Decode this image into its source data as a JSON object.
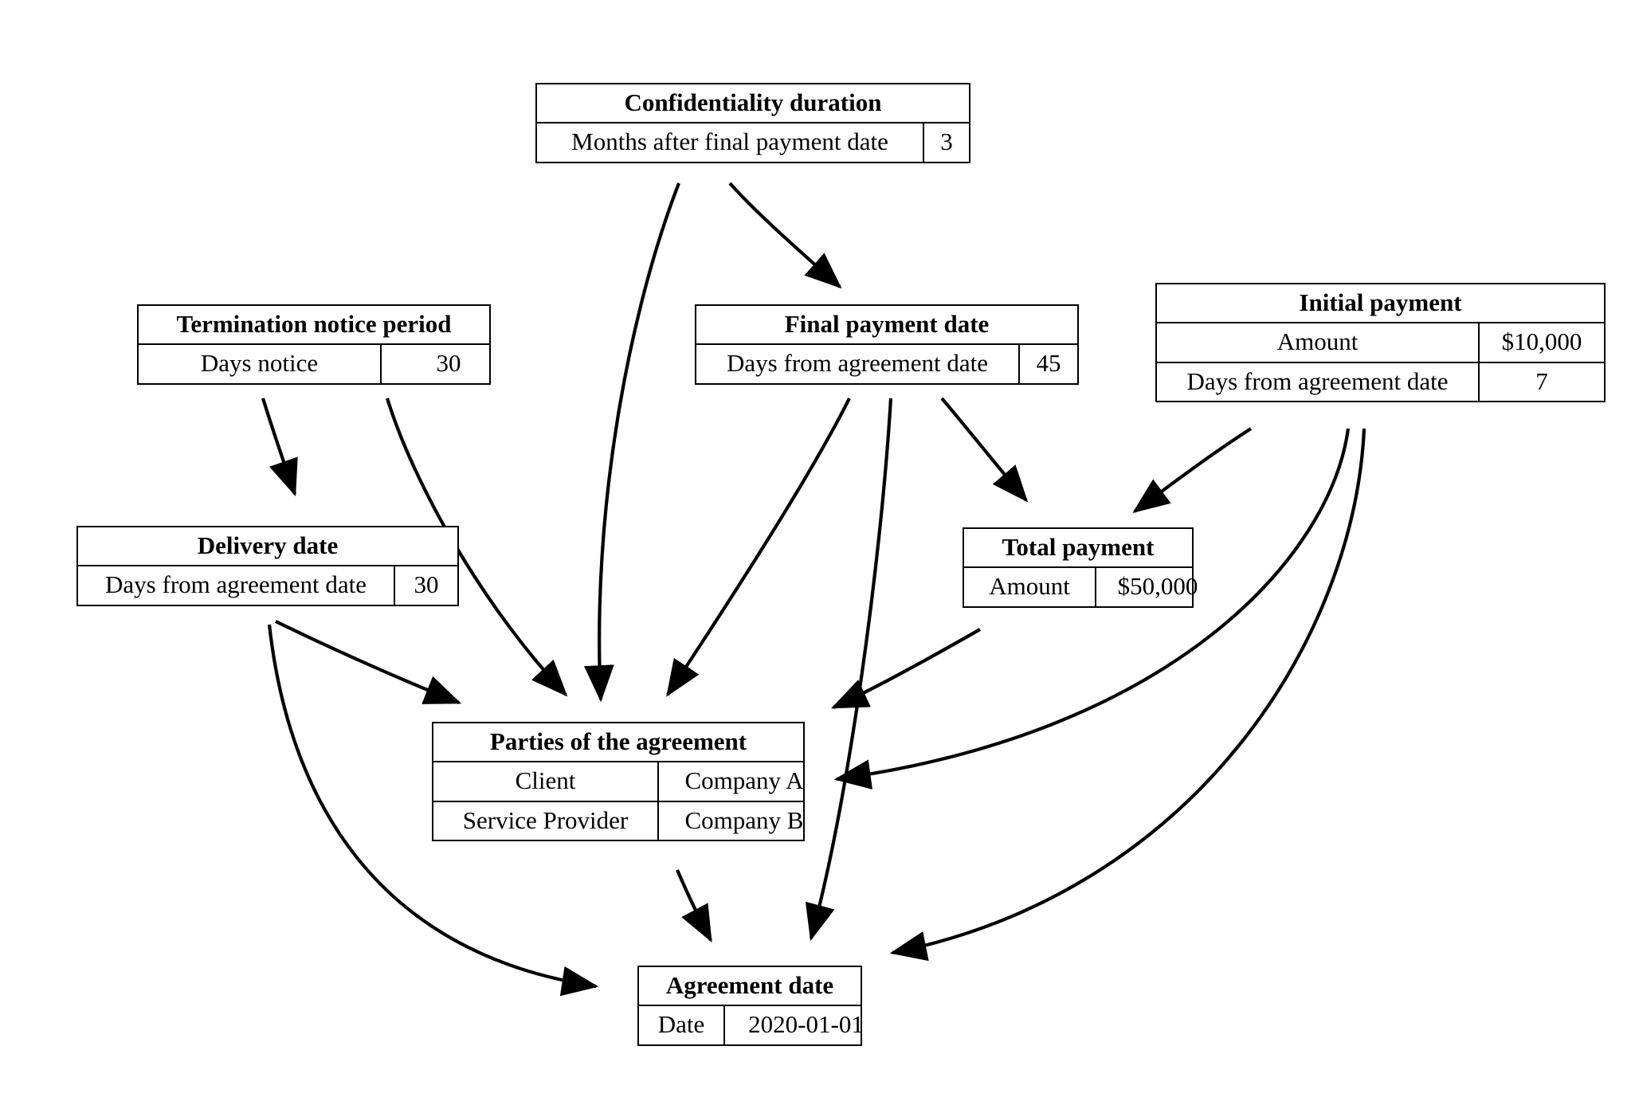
{
  "diagram": {
    "title": "Agreement parameter dependency graph",
    "background_color": "#ffffff",
    "line_color": "#000000",
    "text_color": "#000000"
  },
  "nodes": {
    "confidentiality_duration": {
      "title": "Confidentiality duration",
      "rows": [
        {
          "key": "Months after final payment date",
          "value": "3"
        }
      ]
    },
    "termination_notice_period": {
      "title": "Termination notice period",
      "rows": [
        {
          "key": "Days notice",
          "value": "30"
        }
      ]
    },
    "final_payment_date": {
      "title": "Final payment date",
      "rows": [
        {
          "key": "Days from agreement date",
          "value": "45"
        }
      ]
    },
    "initial_payment": {
      "title": "Initial payment",
      "rows": [
        {
          "key": "Amount",
          "value": "$10,000"
        },
        {
          "key": "Days from agreement date",
          "value": "7"
        }
      ]
    },
    "delivery_date": {
      "title": "Delivery date",
      "rows": [
        {
          "key": "Days from agreement date",
          "value": "30"
        }
      ]
    },
    "total_payment": {
      "title": "Total payment",
      "rows": [
        {
          "key": "Amount",
          "value": "$50,000"
        }
      ]
    },
    "parties_of_the_agreement": {
      "title": "Parties of the agreement",
      "rows": [
        {
          "key": "Client",
          "value": "Company A"
        },
        {
          "key": "Service Provider",
          "value": "Company B"
        }
      ]
    },
    "agreement_date": {
      "title": "Agreement date",
      "rows": [
        {
          "key": "Date",
          "value": "2020-01-01"
        }
      ]
    }
  },
  "edges": [
    {
      "from": "confidentiality_duration",
      "to": "final_payment_date"
    },
    {
      "from": "confidentiality_duration",
      "to": "parties_of_the_agreement"
    },
    {
      "from": "termination_notice_period",
      "to": "delivery_date"
    },
    {
      "from": "termination_notice_period",
      "to": "parties_of_the_agreement"
    },
    {
      "from": "final_payment_date",
      "to": "parties_of_the_agreement"
    },
    {
      "from": "final_payment_date",
      "to": "total_payment"
    },
    {
      "from": "final_payment_date",
      "to": "agreement_date"
    },
    {
      "from": "initial_payment",
      "to": "total_payment"
    },
    {
      "from": "initial_payment",
      "to": "parties_of_the_agreement"
    },
    {
      "from": "initial_payment",
      "to": "agreement_date"
    },
    {
      "from": "delivery_date",
      "to": "parties_of_the_agreement"
    },
    {
      "from": "delivery_date",
      "to": "agreement_date"
    },
    {
      "from": "total_payment",
      "to": "parties_of_the_agreement"
    },
    {
      "from": "parties_of_the_agreement",
      "to": "agreement_date"
    }
  ]
}
